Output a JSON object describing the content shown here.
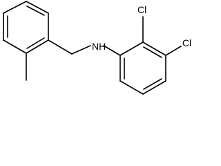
{
  "molecule": {
    "atoms": {
      "nh": "NH",
      "cl_top": "Cl",
      "cl_right": "Cl"
    },
    "colors": {
      "bond": "#000000",
      "text": "#000000",
      "background": "#ffffff"
    }
  }
}
